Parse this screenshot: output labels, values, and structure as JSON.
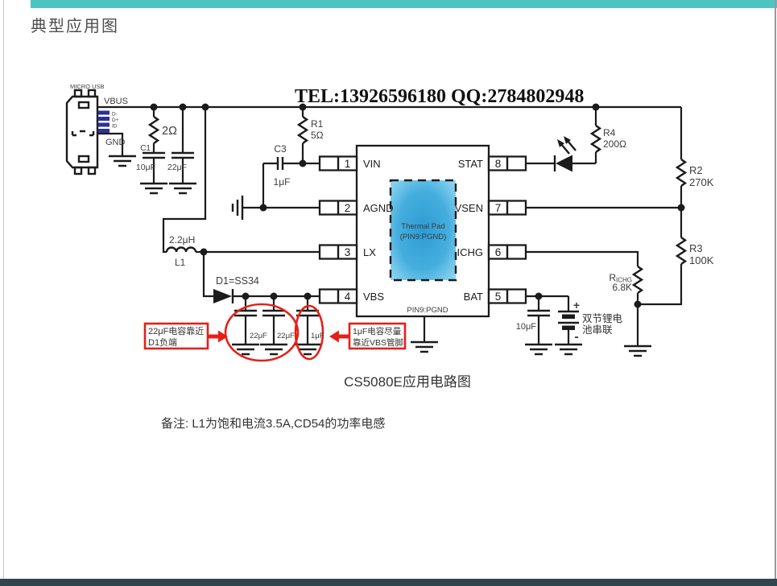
{
  "page": {
    "title": "典型应用图",
    "contact": "TEL:13926596180  QQ:2784802948",
    "caption": "CS5080E应用电路图",
    "note": "备注: L1为饱和电流3.5A,CD54的功率电感",
    "accent_color": "#4EC4C1",
    "annotation_color": "#E32119"
  },
  "usb": {
    "label": "MICRO USB",
    "vbus": "VBUS",
    "gnd": "GND",
    "pin_dm": "D-",
    "pin_dp": "D+",
    "pin_id": "ID"
  },
  "input_stage": {
    "r_damp_value": "2Ω",
    "c1_name": "C1",
    "c1_value": "10μF",
    "c_bulk_value": "22μF",
    "r1_name": "R1",
    "r1_value": "5Ω",
    "c3_name": "C3",
    "c3_value": "1μF"
  },
  "boost": {
    "l1_value": "2.2μH",
    "l1_name": "L1",
    "d1_label": "D1=SS34",
    "out_cap1": "22μF",
    "out_cap2": "22μF",
    "out_cap3": "1μF"
  },
  "ic": {
    "pins_left": [
      {
        "num": "1",
        "label": "VIN"
      },
      {
        "num": "2",
        "label": "AGND"
      },
      {
        "num": "3",
        "label": "LX"
      },
      {
        "num": "4",
        "label": "VBS"
      }
    ],
    "pins_right": [
      {
        "num": "8",
        "label": "STAT"
      },
      {
        "num": "7",
        "label": "VSEN"
      },
      {
        "num": "6",
        "label": "ICHG"
      },
      {
        "num": "5",
        "label": "BAT"
      }
    ],
    "pad_line1": "Thermal Pad",
    "pad_line2": "(PIN9:PGND)",
    "pgnd_label": "PIN9:PGND",
    "pad_color_center": "#2C9BD3",
    "pad_color_edge": "#9ADCF4"
  },
  "status_led": {
    "r4_name": "R4",
    "r4_value": "200Ω"
  },
  "feedback": {
    "r2_name": "R2",
    "r2_value": "270K",
    "r3_name": "R3",
    "r3_value": "100K"
  },
  "ichg": {
    "r_name_main": "R",
    "r_name_sub": "ICHG",
    "r_value": "6.8K"
  },
  "battery": {
    "cap_value": "10μF",
    "plus": "+",
    "minus": "-",
    "label_line1": "双节锂电",
    "label_line2": "池串联"
  },
  "annotations": {
    "left_box_line1": "22μF电容靠近",
    "left_box_line2": "D1负端",
    "right_box_line1": "1μF电容尽量",
    "right_box_line2": "靠近VBS管脚"
  }
}
